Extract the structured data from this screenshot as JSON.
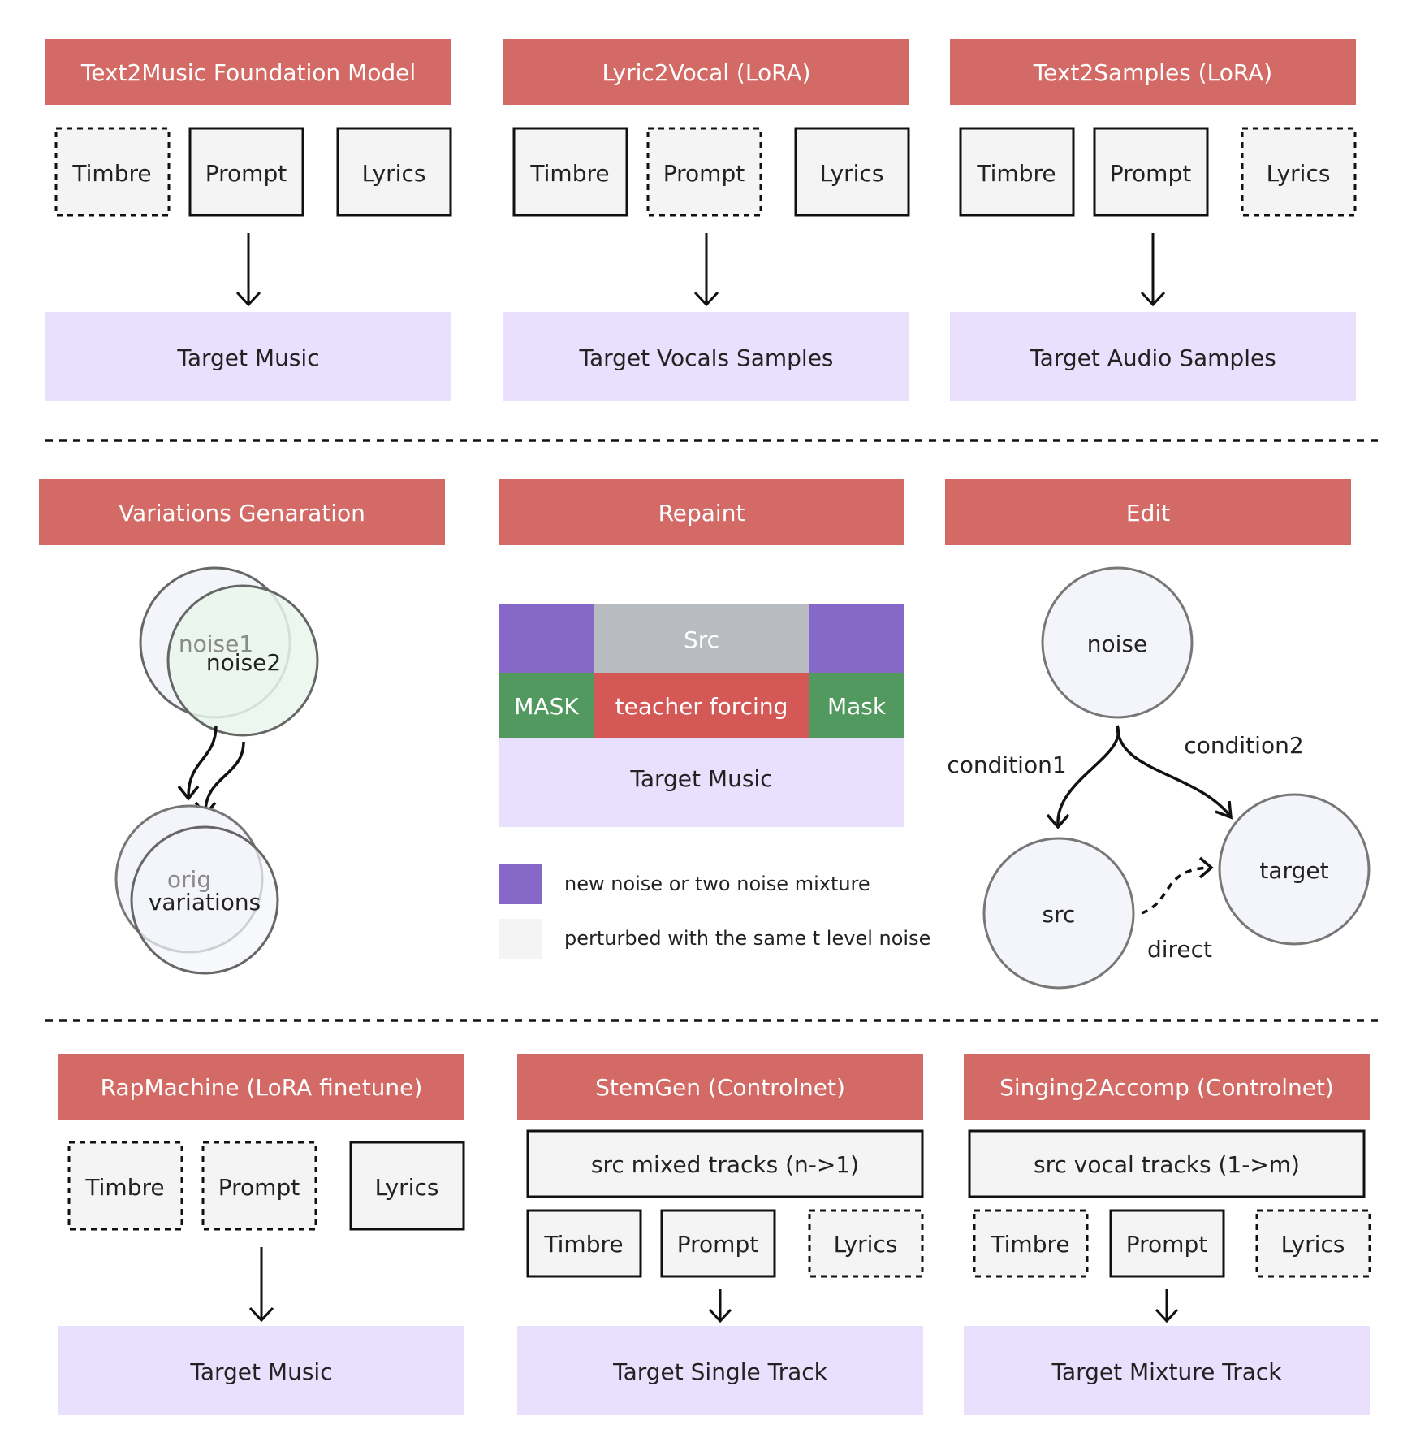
{
  "colors": {
    "header": "#d46a66",
    "target": "#e8e0fc",
    "input_fill": "#f4f4f4",
    "purple": "#8668c9",
    "green": "#529960",
    "red": "#d45856",
    "gray": "#b8bbc0",
    "circle_fill": "#f4f5fb",
    "green_circle": "#e9f6ec"
  },
  "row1": {
    "p1": {
      "title": "Text2Music Foundation Model",
      "timbre": "Timbre",
      "prompt": "Prompt",
      "lyrics": "Lyrics",
      "target": "Target Music"
    },
    "p2": {
      "title": "Lyric2Vocal (LoRA)",
      "timbre": "Timbre",
      "prompt": "Prompt",
      "lyrics": "Lyrics",
      "target": "Target Vocals Samples"
    },
    "p3": {
      "title": "Text2Samples (LoRA)",
      "timbre": "Timbre",
      "prompt": "Prompt",
      "lyrics": "Lyrics",
      "target": "Target Audio Samples"
    }
  },
  "row2": {
    "variations": {
      "title": "Variations Genaration",
      "noise1": "noise1",
      "noise2": "noise2",
      "orig": "orig",
      "variations": "variations"
    },
    "repaint": {
      "title": "Repaint",
      "src": "Src",
      "mask_left": "MASK",
      "teacher_forcing": "teacher forcing",
      "mask_right": "Mask",
      "target": "Target Music",
      "legend": [
        {
          "label": "new noise or two noise mixture",
          "color": "#8668c9"
        },
        {
          "label": "perturbed with the same t level noise",
          "color": "#f4f4f4"
        }
      ]
    },
    "edit": {
      "title": "Edit",
      "noise": "noise",
      "condition1": "condition1",
      "condition2": "condition2",
      "src": "src",
      "target": "target",
      "direct": "direct"
    }
  },
  "row3": {
    "p1": {
      "title": "RapMachine (LoRA finetune)",
      "timbre": "Timbre",
      "prompt": "Prompt",
      "lyrics": "Lyrics",
      "target": "Target Music"
    },
    "p2": {
      "title": "StemGen (Controlnet)",
      "src": "src mixed tracks (n->1)",
      "timbre": "Timbre",
      "prompt": "Prompt",
      "lyrics": "Lyrics",
      "target": "Target Single Track"
    },
    "p3": {
      "title": "Singing2Accomp (Controlnet)",
      "src": "src vocal tracks (1->m)",
      "timbre": "Timbre",
      "prompt": "Prompt",
      "lyrics": "Lyrics",
      "target": "Target Mixture Track"
    }
  }
}
